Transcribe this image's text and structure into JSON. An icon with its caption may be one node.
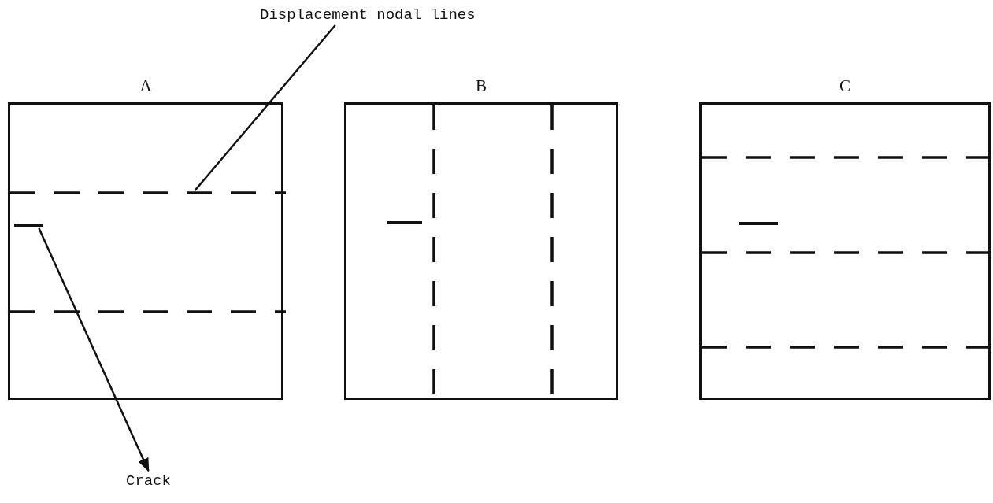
{
  "diagram": {
    "nodes": [
      {
        "text": [
          "A"
        ]
      },
      {
        "text": [
          "B"
        ]
      },
      {
        "text": [
          "C"
        ]
      },
      {
        "text": [
          "Displacement nodal lines"
        ]
      },
      {
        "text": [],
        "shape": "line",
        "in": 0
      },
      {
        "text": [
          "Crack"
        ]
      },
      {
        "text": [],
        "shape": "bar",
        "in": 0
      }
    ],
    "edges": [
      {
        "from": 3,
        "to": 4,
        "arrow": "none"
      },
      {
        "from": 6,
        "to": 5,
        "arrow": "to"
      }
    ]
  }
}
